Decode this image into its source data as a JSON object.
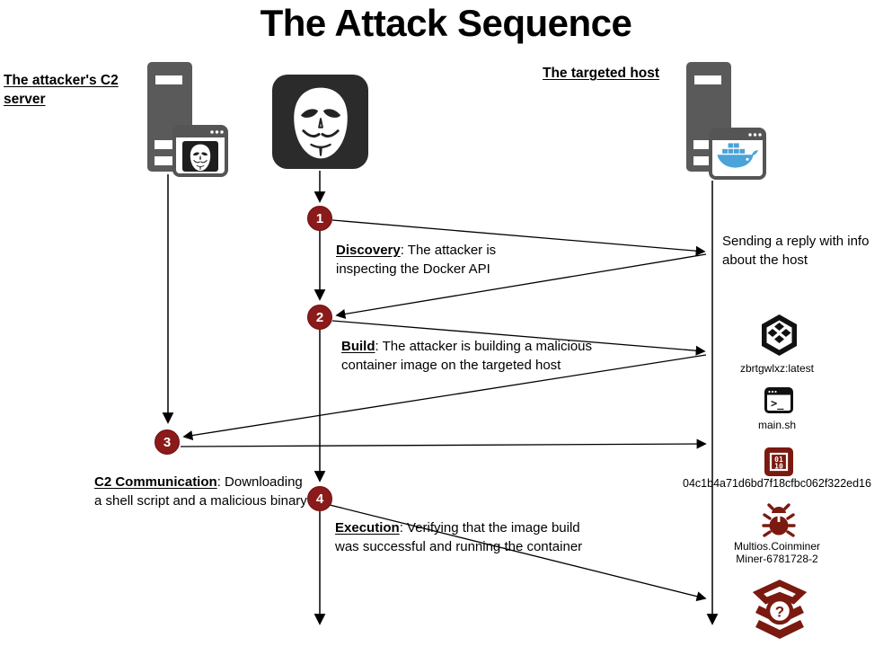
{
  "title": "The Attack Sequence",
  "actors": {
    "c2_server": {
      "label": "The attacker's C2 server",
      "icon": "server-icon"
    },
    "attacker": {
      "icon": "anonymous-mask-icon"
    },
    "targeted_host": {
      "label": "The targeted host",
      "icon": "server-icon"
    }
  },
  "steps": [
    {
      "number": "1",
      "keyword": "Discovery",
      "description": ": The attacker is inspecting the Docker API"
    },
    {
      "number": "2",
      "keyword": "Build",
      "description": ": The attacker is building a malicious container image on the targeted host"
    },
    {
      "number": "3",
      "keyword": "C2 Communication",
      "description": ": Downloading a shell script and a malicious binary"
    },
    {
      "number": "4",
      "keyword": "Execution",
      "description": ": Verifying that the image build was successful and running the container"
    }
  ],
  "annotations": {
    "host_reply": "Sending a reply with info about the host"
  },
  "artifacts": {
    "container_image": {
      "icon": "container-image-hexagon-icon",
      "label": "zbrtgwlxz:latest"
    },
    "shell_script": {
      "icon": "shell-script-terminal-icon",
      "label": "main.sh"
    },
    "binary_hash": {
      "icon": "binary-file-icon",
      "label": "04c1b4a71d6bd7f18cfbc062f322ed16",
      "glyph_rows": [
        "01",
        "10"
      ]
    },
    "coinminer": {
      "icon": "malware-bug-icon",
      "label_line1": "Multios.Coinminer",
      "label_line2": "Miner-6781728-2"
    },
    "unknown_malware": {
      "icon": "malware-package-icon"
    }
  },
  "colors": {
    "step_circle_red": "#8B1A1A",
    "malicious_maroon": "#7A1A10",
    "server_gray": "#5A5A5A",
    "docker_blue": "#4AA3D9",
    "line_black": "#000000"
  }
}
